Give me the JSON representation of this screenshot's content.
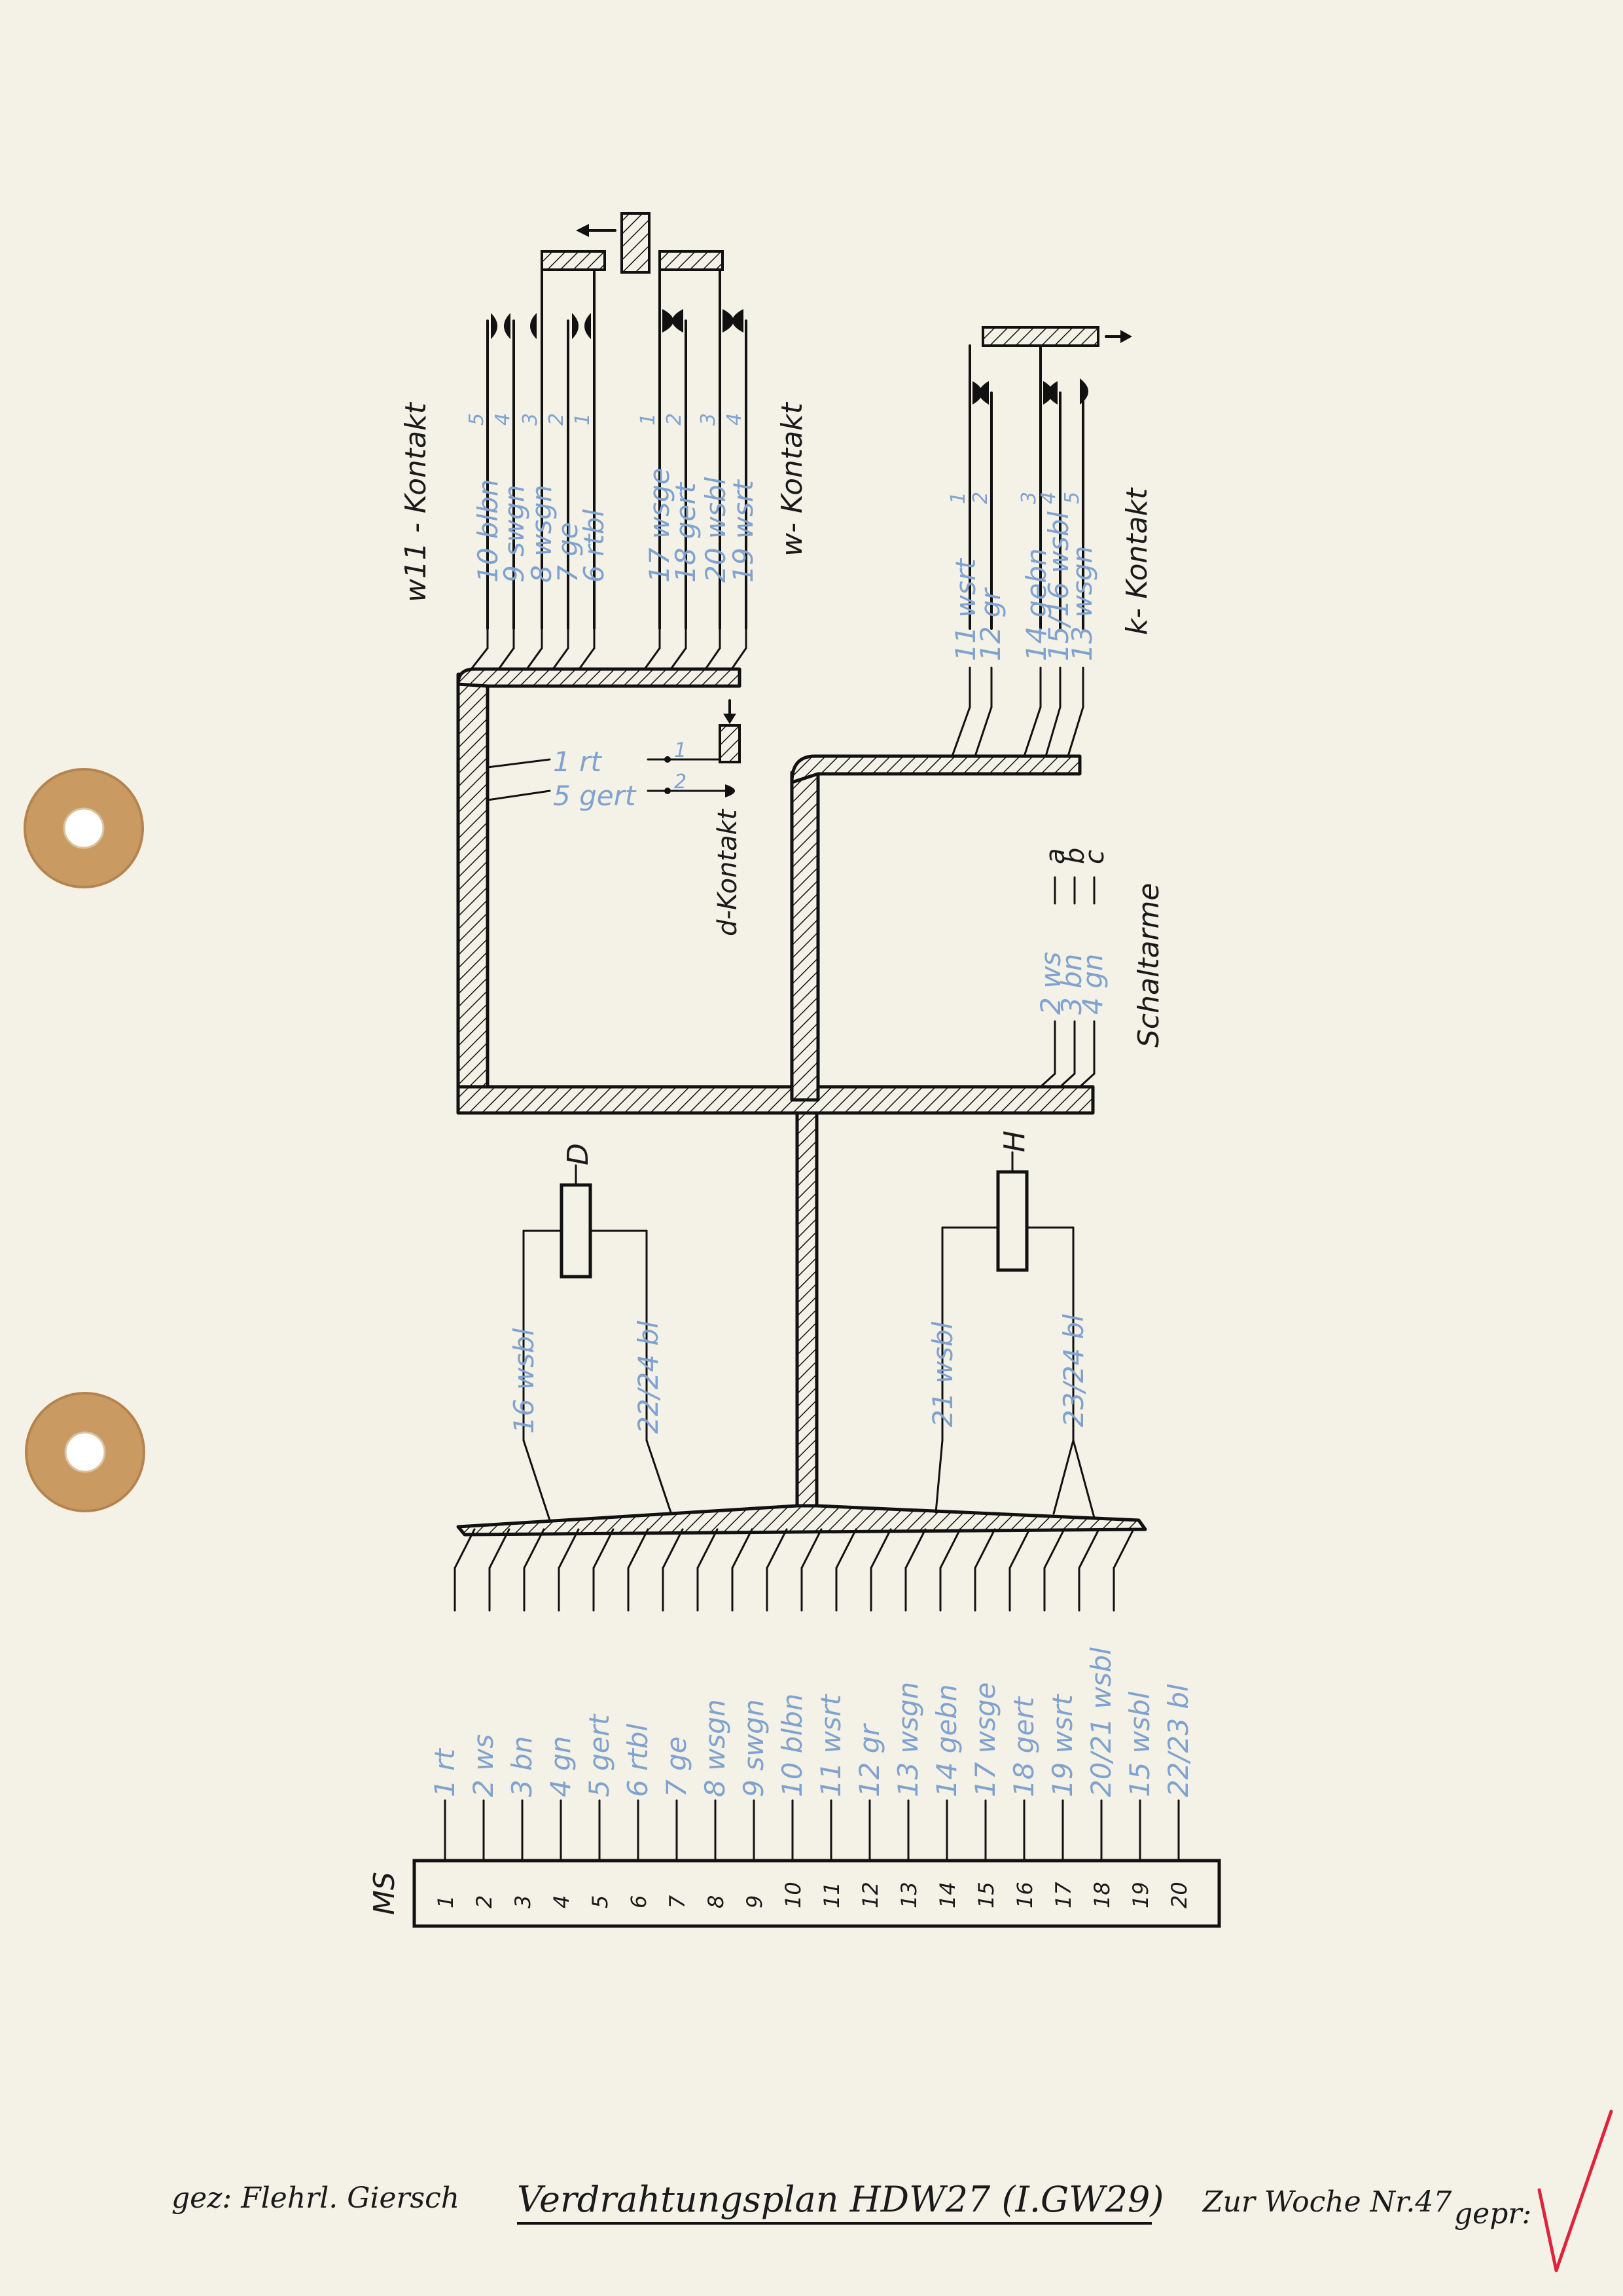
{
  "header_labels": {
    "w11": "w11 - Kontakt",
    "w": "w- Kontakt",
    "k": "k- Kontakt",
    "d": "d-Kontakt",
    "schaltarme": "Schaltarme",
    "D": "D",
    "H": "H",
    "MS": "MS"
  },
  "w11_contact": {
    "pin_numbers": [
      "5",
      "4",
      "3",
      "2",
      "1"
    ],
    "wires": [
      "10 blbn",
      "9 swgn",
      "8 wsgn",
      "7 ge",
      "6 rtbl"
    ]
  },
  "w_contact": {
    "pin_numbers": [
      "1",
      "2",
      "3",
      "4"
    ],
    "wires": [
      "17 wsge",
      "18 gert",
      "20 wsbl",
      "19 wsrt"
    ]
  },
  "k_contact": {
    "pin_numbers": [
      "1",
      "2",
      "3",
      "4",
      "5"
    ],
    "wires": [
      "11 wsrt",
      "12 gr",
      "14 gebn",
      "15/16 wsbl",
      "13 wsgn"
    ]
  },
  "d_contact": {
    "wires": [
      "1 rt",
      "5 gert"
    ],
    "pin_numbers": [
      "1",
      "2"
    ]
  },
  "schaltarme": {
    "wires": [
      "2 ws",
      "3 bn",
      "4 gn"
    ],
    "arms": [
      "a",
      "b",
      "c"
    ]
  },
  "coil_D_wires": [
    "16 wsbl",
    "22/24 bl"
  ],
  "coil_H_wires": [
    "21 wsbl",
    "23/24 bl"
  ],
  "connector_wires": [
    "1 rt",
    "2 ws",
    "3 bn",
    "4 gn",
    "5 gert",
    "6 rtbl",
    "7 ge",
    "8 wsgn",
    "9 swgn",
    "10 blbn",
    "11 wsrt",
    "12 gr",
    "13 wsgn",
    "14 gebn",
    "17 wsge",
    "18 gert",
    "19 wsrt",
    "20/21 wsbl",
    "15 wsbl",
    "22/23 bl"
  ],
  "connector_pins": [
    "1",
    "2",
    "3",
    "4",
    "5",
    "6",
    "7",
    "8",
    "9",
    "10",
    "11",
    "12",
    "13",
    "14",
    "15",
    "16",
    "17",
    "18",
    "19",
    "20"
  ],
  "footer": {
    "signed": "gez: Flehrl. Giersch",
    "title": "Verdrahtungsplan HDW27 (I.GW29)",
    "week": "Zur Woche Nr.47",
    "approved": "gepr:"
  },
  "colors": {
    "paper": "#f4f1e6",
    "pencil_blue": "#7fa2cf",
    "ink": "#111111",
    "check_red": "#e0233c",
    "eyelet": "#c99a62"
  }
}
